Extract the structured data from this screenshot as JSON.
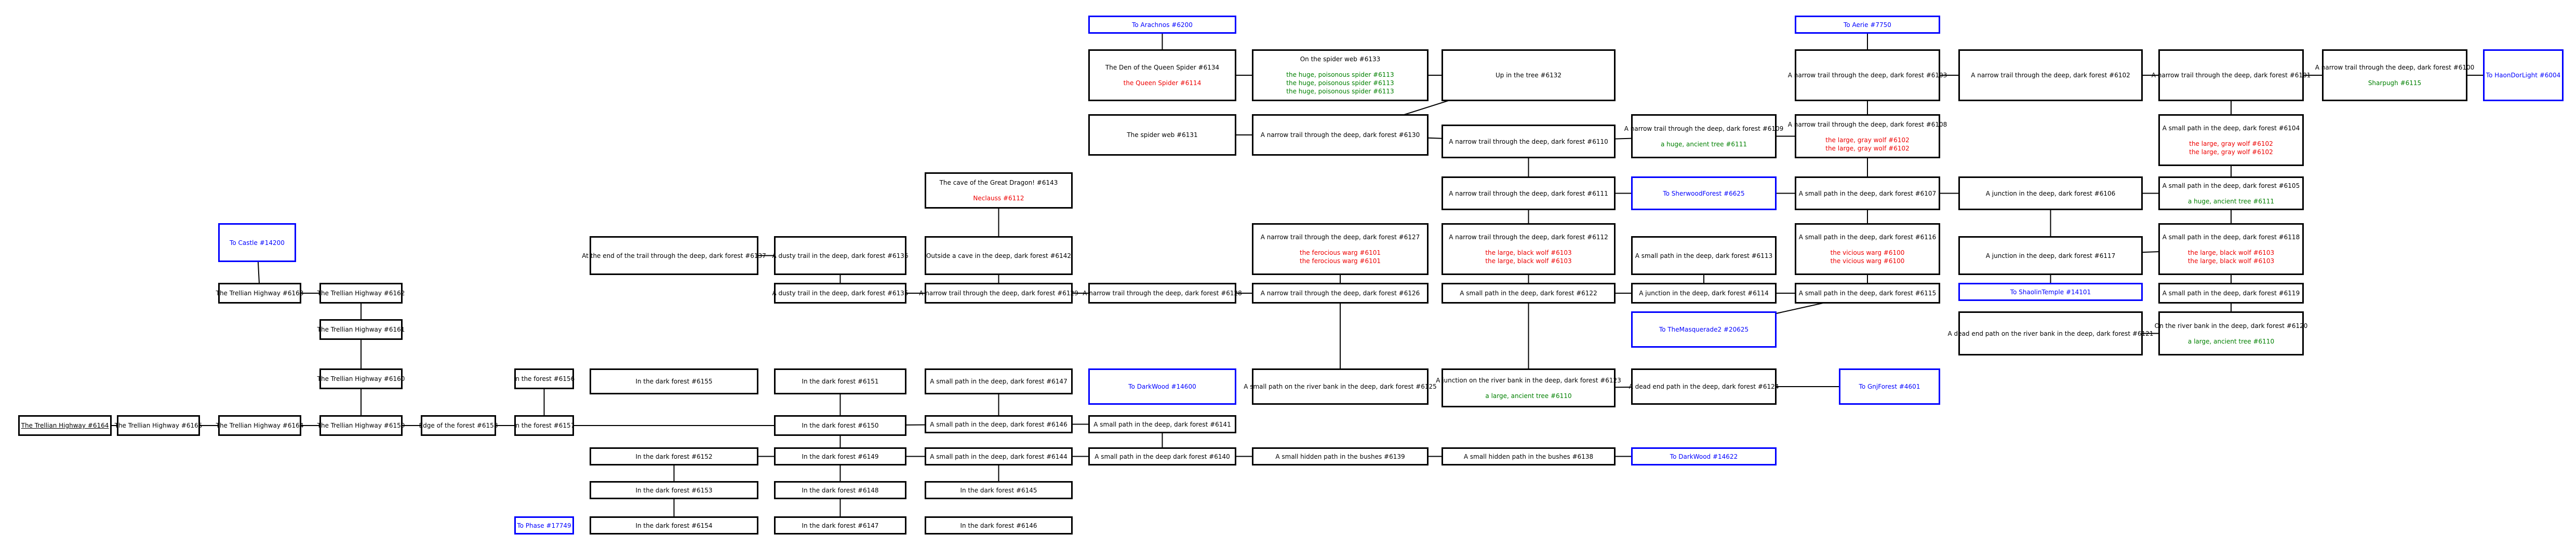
{
  "diagram": {
    "rooms": [
      {
        "id": "r6164",
        "name": "The Trellian Highway #6164",
        "selected": true
      },
      {
        "id": "r6165",
        "name": "The Trellian Highway #6165"
      },
      {
        "id": "r6164b",
        "name": "The Trellian Highway #6164"
      },
      {
        "id": "r6159",
        "name": "The Trellian Highway #6159"
      },
      {
        "id": "r6158",
        "name": "Edge of the forest #6158"
      },
      {
        "id": "r6157",
        "name": "In the forest #6157"
      },
      {
        "id": "r6156",
        "name": "In the forest #6156"
      },
      {
        "id": "r6160",
        "name": "The Trellian Highway #6160"
      },
      {
        "id": "r6161",
        "name": "The Trellian Highway #6161"
      },
      {
        "id": "r6162",
        "name": "The Trellian Highway #6162"
      },
      {
        "id": "r6163",
        "name": "The Trellian Highway #6163"
      },
      {
        "id": "castle",
        "name": "To Castle #14200",
        "exit": true
      },
      {
        "id": "r6155",
        "name": "In the dark forest #6155"
      },
      {
        "id": "r6151",
        "name": "In the dark forest #6151"
      },
      {
        "id": "r6150",
        "name": "In the dark forest #6150"
      },
      {
        "id": "r6152",
        "name": "In the dark forest #6152"
      },
      {
        "id": "r6153",
        "name": "In the dark forest #6153"
      },
      {
        "id": "r6154",
        "name": "In the dark forest #6154"
      },
      {
        "id": "phase",
        "name": "To Phase #17749",
        "exit": true
      },
      {
        "id": "r6149",
        "name": "In the dark forest #6149"
      },
      {
        "id": "r6148",
        "name": "In the dark forest #6148"
      },
      {
        "id": "r6147",
        "name": "In the dark forest #6147"
      },
      {
        "id": "r6137",
        "name": "At the end of the trail through the deep, dark forest #6137"
      },
      {
        "id": "r6136",
        "name": "A dusty trail in the deep, dark forest #6136"
      },
      {
        "id": "r6135",
        "name": "A dusty trail in the deep, dark forest #6135"
      },
      {
        "id": "r6143",
        "name": "The cave of the Great Dragon! #6143",
        "mobs": [
          "Neclauss #6112"
        ]
      },
      {
        "id": "r6142",
        "name": "Outside a cave in the deep, dark forest #6142"
      },
      {
        "id": "r6129",
        "name": "A narrow trail through the deep, dark forest #6129"
      },
      {
        "id": "r6147b",
        "name": "A small path in the deep, dark forest #6147"
      },
      {
        "id": "r6146",
        "name": "A small path in the deep, dark forest #6146"
      },
      {
        "id": "r6144",
        "name": "A small path in the deep, dark forest #6144"
      },
      {
        "id": "r6145",
        "name": "In the dark forest #6145"
      },
      {
        "id": "r6146b",
        "name": "In the dark forest #6146"
      },
      {
        "id": "r6128",
        "name": "A narrow trail through the deep, dark forest #6128"
      },
      {
        "id": "darkwood1",
        "name": "To DarkWood #14600",
        "exit": true
      },
      {
        "id": "r6141",
        "name": "A small path in the deep, dark forest #6141"
      },
      {
        "id": "r6140",
        "name": "A small path in the deep dark forest #6140"
      },
      {
        "id": "arachnos",
        "name": "To Arachnos #6200",
        "exit": true
      },
      {
        "id": "r6134",
        "name": "The Den of the Queen Spider #6134",
        "mobs": [
          "the Queen Spider #6114"
        ]
      },
      {
        "id": "r6133",
        "name": "On the spider web #6133",
        "items": [
          "the huge, poisonous spider #6113",
          "the huge, poisonous spider #6113",
          "the huge, poisonous spider #6113"
        ]
      },
      {
        "id": "r6132",
        "name": "Up in the tree #6132"
      },
      {
        "id": "r6131",
        "name": "The spider web #6131"
      },
      {
        "id": "r6130",
        "name": "A narrow trail through the deep, dark forest #6130"
      },
      {
        "id": "r6127",
        "name": "A narrow trail through the deep, dark forest #6127",
        "mobs": [
          "the ferocious warg #6101",
          "the ferocious warg #6101"
        ]
      },
      {
        "id": "r6126",
        "name": "A narrow trail through the deep, dark forest #6126"
      },
      {
        "id": "r6125",
        "name": "A small path on the river bank in the deep, dark forest #6125"
      },
      {
        "id": "r6139",
        "name": "A small hidden path in the bushes #6139"
      },
      {
        "id": "r6138",
        "name": "A small hidden path in the bushes #6138"
      },
      {
        "id": "darkwood2",
        "name": "To DarkWood #14622",
        "exit": true
      },
      {
        "id": "r6110",
        "name": "A narrow trail through the deep, dark forest #6110"
      },
      {
        "id": "r6111",
        "name": "A narrow trail through the deep, dark forest #6111"
      },
      {
        "id": "r6112",
        "name": "A narrow trail through the deep, dark forest #6112",
        "mobs": [
          "the large, black wolf #6103",
          "the large, black wolf #6103"
        ]
      },
      {
        "id": "r6122",
        "name": "A small path in the deep, dark forest #6122"
      },
      {
        "id": "r6123",
        "name": "A junction on the river bank in the deep, dark forest #6123",
        "items": [
          "a large, ancient tree #6110"
        ]
      },
      {
        "id": "r6109",
        "name": "A narrow trail through the deep, dark forest #6109",
        "items": [
          "a huge, ancient tree #6111"
        ]
      },
      {
        "id": "sherwood",
        "name": "To SherwoodForest #6625",
        "exit": true
      },
      {
        "id": "r6113",
        "name": "A small path in the deep, dark forest #6113"
      },
      {
        "id": "r6114",
        "name": "A junction in the deep, dark forest #6114"
      },
      {
        "id": "masquerade",
        "name": "To TheMasquerade2 #20625",
        "exit": true
      },
      {
        "id": "r6124",
        "name": "A dead end path in the deep, dark forest #6124"
      },
      {
        "id": "gnforest",
        "name": "To GnjForest #4601",
        "exit": true
      },
      {
        "id": "aerie",
        "name": "To Aerie #7750",
        "exit": true
      },
      {
        "id": "r6103",
        "name": "A narrow trail through the deep, dark forest #6103"
      },
      {
        "id": "r6108",
        "name": "A narrow trail through the deep, dark forest #6108",
        "mobs": [
          "the large, gray wolf #6102",
          "the large, gray wolf #6102"
        ]
      },
      {
        "id": "r6107",
        "name": "A small path in the deep, dark forest #6107"
      },
      {
        "id": "r6116",
        "name": "A small path in the deep, dark forest #6116",
        "mobs": [
          "the vicious warg #6100",
          "the vicious warg #6100"
        ]
      },
      {
        "id": "r6115",
        "name": "A small path in the deep, dark forest #6115"
      },
      {
        "id": "r6102",
        "name": "A narrow trail through the deep, dark forest #6102"
      },
      {
        "id": "r6106",
        "name": "A junction in the deep, dark forest #6106"
      },
      {
        "id": "r6117",
        "name": "A junction in the deep, dark forest #6117"
      },
      {
        "id": "shaolin",
        "name": "To ShaolinTemple #14101",
        "exit": true
      },
      {
        "id": "r6121",
        "name": "A dead end path on the river bank in the deep, dark forest #6121"
      },
      {
        "id": "r6101",
        "name": "A narrow trail through the deep, dark forest #6101"
      },
      {
        "id": "r6104",
        "name": "A small path in the deep, dark forest #6104",
        "mobs": [
          "the large, gray wolf #6102",
          "the large, gray wolf #6102"
        ]
      },
      {
        "id": "r6105",
        "name": "A small path in the deep, dark forest #6105",
        "items": [
          "a huge, ancient tree #6111"
        ]
      },
      {
        "id": "r6118",
        "name": "A small path in the deep, dark forest #6118",
        "mobs": [
          "the large, black wolf #6103",
          "the large, black wolf #6103"
        ]
      },
      {
        "id": "r6119",
        "name": "A small path in the deep, dark forest #6119"
      },
      {
        "id": "r6120",
        "name": "On the river bank in the deep, dark forest #6120",
        "items": [
          "a large, ancient tree #6110"
        ]
      },
      {
        "id": "r6100",
        "name": "A narrow trail through the deep, dark forest #6100",
        "items": [
          "Sharpugh #6115"
        ]
      },
      {
        "id": "haon",
        "name": "To HaonDorLight #6004",
        "exit": true
      }
    ]
  }
}
